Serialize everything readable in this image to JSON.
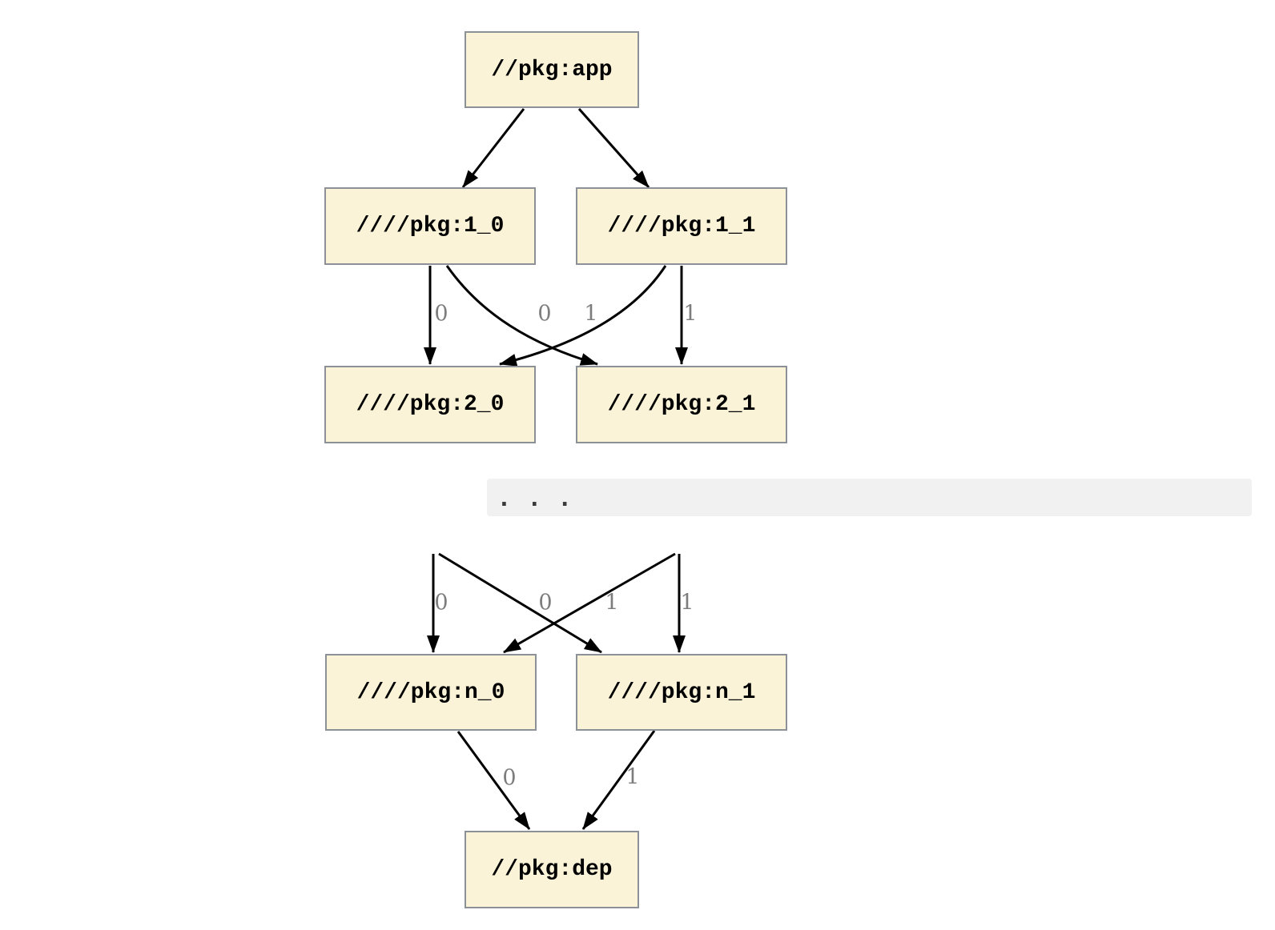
{
  "diagram": {
    "description": "Package dependency graph from //pkg:app through generated packages down to //pkg:dep",
    "nodes": [
      {
        "id": "app",
        "label": "//pkg:app"
      },
      {
        "id": "1_0",
        "label": "////pkg:1_0"
      },
      {
        "id": "1_1",
        "label": "////pkg:1_1"
      },
      {
        "id": "2_0",
        "label": "////pkg:2_0"
      },
      {
        "id": "2_1",
        "label": "////pkg:2_1"
      },
      {
        "id": "n_0",
        "label": "////pkg:n_0"
      },
      {
        "id": "n_1",
        "label": "////pkg:n_1"
      },
      {
        "id": "dep",
        "label": "//pkg:dep"
      }
    ],
    "edges": [
      {
        "from": "//pkg:app",
        "to": "////pkg:1_0",
        "label": ""
      },
      {
        "from": "//pkg:app",
        "to": "////pkg:1_1",
        "label": ""
      },
      {
        "from": "////pkg:1_0",
        "to": "////pkg:2_0",
        "label": "0"
      },
      {
        "from": "////pkg:1_1",
        "to": "////pkg:2_0",
        "label": "0"
      },
      {
        "from": "////pkg:1_0",
        "to": "////pkg:2_1",
        "label": "1"
      },
      {
        "from": "////pkg:1_1",
        "to": "////pkg:2_1",
        "label": "1"
      },
      {
        "from": "",
        "to": "////pkg:n_0",
        "label": "0"
      },
      {
        "from": "",
        "to": "////pkg:n_0",
        "label": "0"
      },
      {
        "from": "",
        "to": "////pkg:n_1",
        "label": "1"
      },
      {
        "from": "",
        "to": "////pkg:n_1",
        "label": "1"
      },
      {
        "from": "////pkg:n_0",
        "to": "//pkg:dep",
        "label": "0"
      },
      {
        "from": "////pkg:n_1",
        "to": "//pkg:dep",
        "label": "1"
      }
    ],
    "ellipsis": "...",
    "colors": {
      "node_fill": "#FBF3D8",
      "node_border": "#8B9196",
      "edge_color": "#000000",
      "edge_label_color": "#7D7D7D",
      "ellipsis_bg": "#F1F1F1",
      "ellipsis_dot_color": "#3A3A3A"
    }
  }
}
